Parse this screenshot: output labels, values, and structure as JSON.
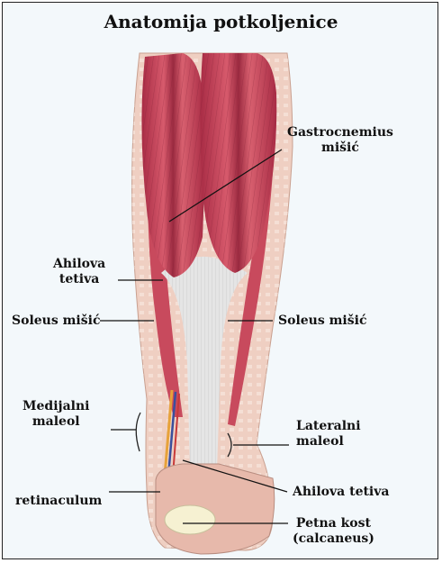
{
  "title": "Anatomija potkoljenice",
  "labels": {
    "gastrocnemius_line1": "Gastrocnemius",
    "gastrocnemius_line2": "mišić",
    "ahilova_upper_line1": "Ahilova",
    "ahilova_upper_line2": "tetiva",
    "soleus_left": "Soleus mišić",
    "soleus_right": "Soleus mišić",
    "medijalni_line1": "Medijalni",
    "medijalni_line2": "maleol",
    "lateralni_line1": "Lateralni",
    "lateralni_line2": "maleol",
    "retinaculum": "retinaculum",
    "ahilova_lower": "Ahilova tetiva",
    "petna_line1": "Petna kost",
    "petna_line2": "(calcaneus)"
  },
  "colors": {
    "background": "#f3f8fb",
    "muscle": "#c9445a",
    "skin": "#f0d3c7",
    "tendon": "#dcdcdc",
    "bone": "#f4efd0"
  }
}
